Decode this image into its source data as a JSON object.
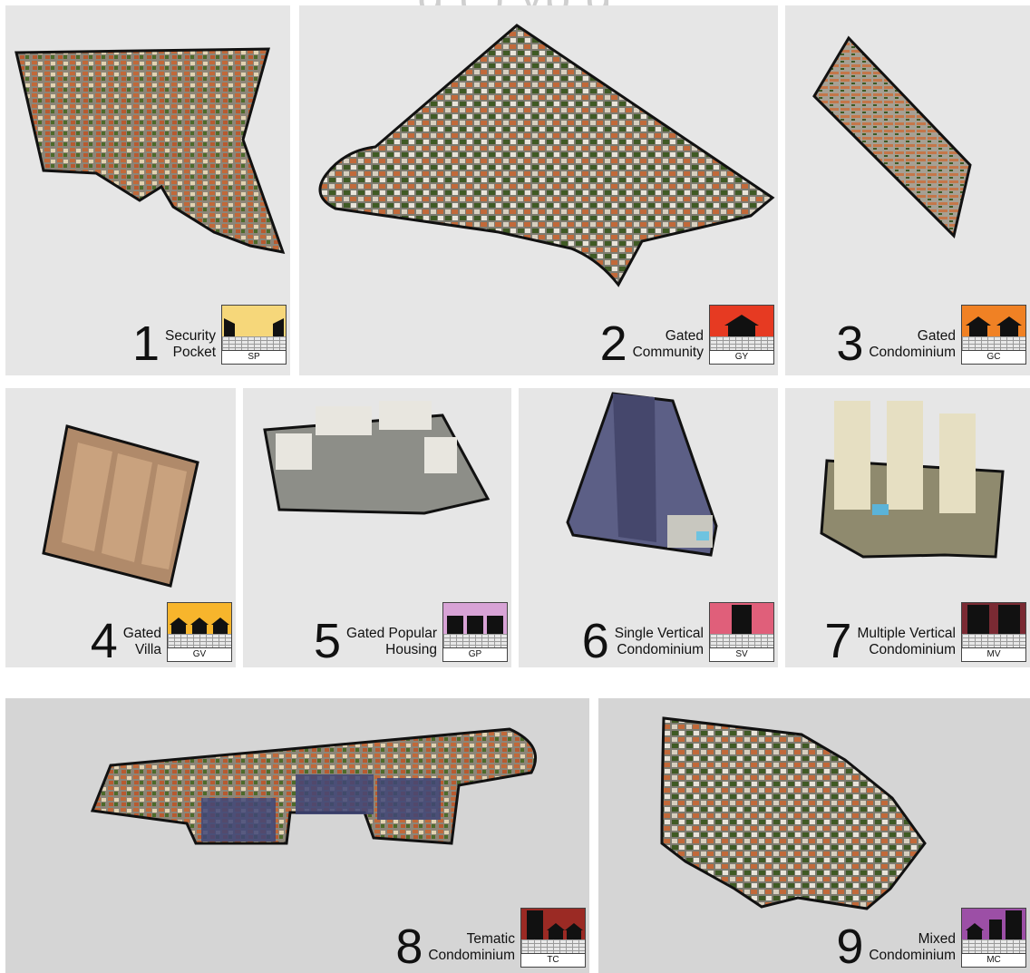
{
  "colors": {
    "sp": "#f6d77a",
    "gy": "#e63a22",
    "gc": "#f08124",
    "gv": "#f7b52c",
    "gp": "#d8a3d6",
    "sv": "#e05f7a",
    "mv": "#7a2a33",
    "tc": "#9b2a24",
    "mc": "#9c4fa6",
    "roof": "#c1693a",
    "tree": "#4d6b2a",
    "road": "#9a948a"
  },
  "typologies": [
    {
      "number": "1",
      "name_line1": "Security",
      "name_line2": "Pocket",
      "code": "SP"
    },
    {
      "number": "2",
      "name_line1": "Gated",
      "name_line2": "Community",
      "code": "GY"
    },
    {
      "number": "3",
      "name_line1": "Gated",
      "name_line2": "Condominium",
      "code": "GC"
    },
    {
      "number": "4",
      "name_line1": "Gated",
      "name_line2": "Villa",
      "code": "GV"
    },
    {
      "number": "5",
      "name_line1": "Gated Popular",
      "name_line2": "Housing",
      "code": "GP"
    },
    {
      "number": "6",
      "name_line1": "Single Vertical",
      "name_line2": "Condominium",
      "code": "SV"
    },
    {
      "number": "7",
      "name_line1": "Multiple Vertical",
      "name_line2": "Condominium",
      "code": "MV"
    },
    {
      "number": "8",
      "name_line1": "Tematic",
      "name_line2": "Condominium",
      "code": "TC"
    },
    {
      "number": "9",
      "name_line1": "Mixed",
      "name_line2": "Condominium",
      "code": "MC"
    }
  ]
}
